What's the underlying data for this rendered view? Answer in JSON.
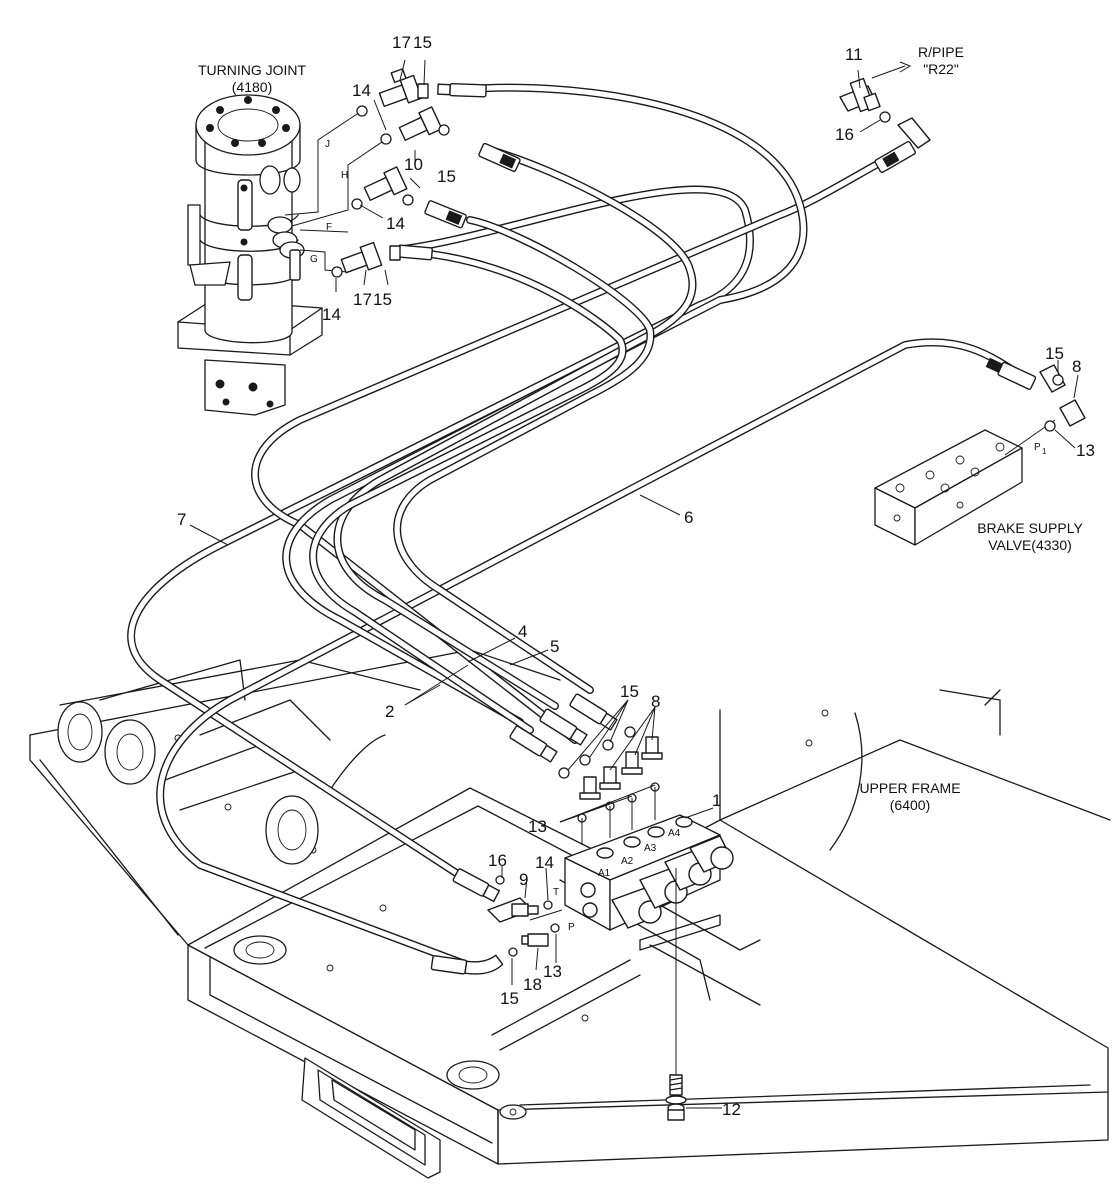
{
  "components": {
    "turning_joint": {
      "name": "TURNING JOINT",
      "code": "(4180)"
    },
    "r_pipe": {
      "name": "R/PIPE",
      "code": "\"R22\""
    },
    "brake_valve": {
      "name": "BRAKE SUPPLY",
      "code": "VALVE(4330)"
    },
    "upper_frame": {
      "name": "UPPER FRAME",
      "code": "(6400)"
    }
  },
  "ports": {
    "J": "J",
    "H": "H",
    "F": "F",
    "G": "G",
    "P1": "P",
    "P1_sub": "1",
    "A1": "A1",
    "A2": "A2",
    "A3": "A3",
    "A4": "A4",
    "T": "T",
    "P": "P"
  },
  "callouts": [
    {
      "id": "c14a",
      "text": "14"
    },
    {
      "id": "c17a",
      "text": "17"
    },
    {
      "id": "c15a",
      "text": "15"
    },
    {
      "id": "c11",
      "text": "11"
    },
    {
      "id": "c16a",
      "text": "16"
    },
    {
      "id": "c10",
      "text": "10"
    },
    {
      "id": "c15b",
      "text": "15"
    },
    {
      "id": "c14b",
      "text": "14"
    },
    {
      "id": "c14c",
      "text": "14"
    },
    {
      "id": "c17b",
      "text": "17"
    },
    {
      "id": "c15c",
      "text": "15"
    },
    {
      "id": "c15d",
      "text": "15"
    },
    {
      "id": "c8a",
      "text": "8"
    },
    {
      "id": "c13a",
      "text": "13"
    },
    {
      "id": "c7",
      "text": "7"
    },
    {
      "id": "c6",
      "text": "6"
    },
    {
      "id": "c4",
      "text": "4"
    },
    {
      "id": "c5",
      "text": "5"
    },
    {
      "id": "c2",
      "text": "2"
    },
    {
      "id": "c15e",
      "text": "15"
    },
    {
      "id": "c8b",
      "text": "8"
    },
    {
      "id": "c1",
      "text": "1"
    },
    {
      "id": "c13b",
      "text": "13"
    },
    {
      "id": "c16b",
      "text": "16"
    },
    {
      "id": "c14d",
      "text": "14"
    },
    {
      "id": "c9",
      "text": "9"
    },
    {
      "id": "c15f",
      "text": "15"
    },
    {
      "id": "c18",
      "text": "18"
    },
    {
      "id": "c13c",
      "text": "13"
    },
    {
      "id": "c12",
      "text": "12"
    }
  ]
}
